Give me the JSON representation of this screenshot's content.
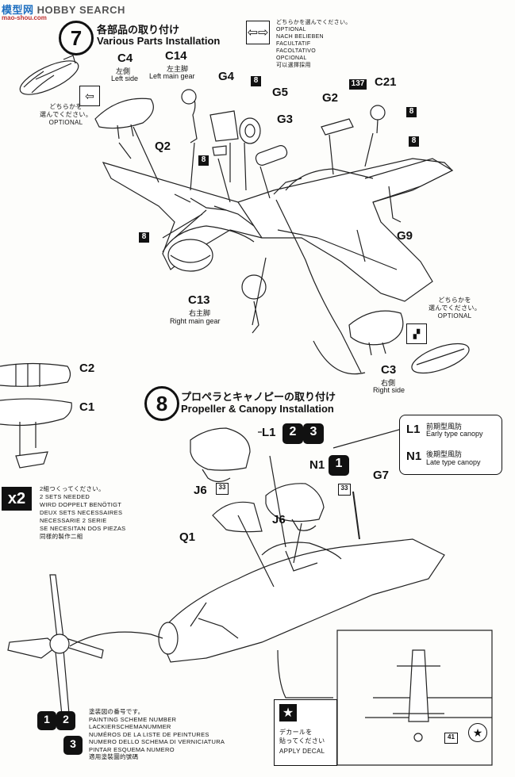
{
  "watermark": {
    "part1": "模型网",
    "part2": "HOBBY SEARCH",
    "site": "mao-shou.com"
  },
  "step7": {
    "number": "7",
    "title_jp": "各部品の取り付け",
    "title_en": "Various Parts Installation",
    "optional_note": [
      "どちらかを選んでください。",
      "OPTIONAL",
      "NACH BELIEBEN",
      "FACULTATIF",
      "FACOLTATIVO",
      "OPCIONAL",
      "可以選擇採用"
    ],
    "parts": {
      "C4": {
        "code": "C4",
        "jp": "左側",
        "en": "Left side"
      },
      "C14": {
        "code": "C14",
        "jp": "左主脚",
        "en": "Left main gear"
      },
      "G4": "G4",
      "G5": "G5",
      "G3": "G3",
      "G2": "G2",
      "C21": "C21",
      "Q2": "Q2",
      "G9": "G9",
      "C13": {
        "code": "C13",
        "jp": "右主脚",
        "en": "Right main gear"
      },
      "C3": {
        "code": "C3",
        "jp": "右側",
        "en": "Right side"
      },
      "C2": "C2",
      "C1": "C1"
    },
    "choose_left": [
      "どちらかを",
      "選んでください。",
      "OPTIONAL"
    ],
    "choose_right": [
      "どちらかを",
      "選んでください。",
      "OPTIONAL"
    ],
    "count8": "8",
    "count137": "137"
  },
  "multiplier": {
    "label": "x2",
    "lines": [
      "2組つくってください。",
      "2 SETS NEEDED",
      "WIRD DOPPELT BENÖTIGT",
      "DEUX SETS NECESSAIRES",
      "NECESSARIE 2 SERIE",
      "SE NECESITAN DOS PIEZAS",
      "同樣的製作二組"
    ]
  },
  "step8": {
    "number": "8",
    "title_jp": "プロペラとキャノピーの取り付け",
    "title_en": "Propeller & Canopy Installation",
    "canopy_options": [
      {
        "code": "L1",
        "jp": "前期型風防",
        "en": "Early type canopy"
      },
      {
        "code": "N1",
        "jp": "後期型風防",
        "en": "Late type canopy"
      }
    ],
    "parts": {
      "L1": "L1",
      "N1": "N1",
      "J6a": "J6",
      "J6b": "J6",
      "G7": "G7",
      "Q1": "Q1",
      "p33a": "33",
      "p33b": "33",
      "p41": "41"
    },
    "scheme_nums": [
      "1",
      "2",
      "1",
      "2",
      "3"
    ]
  },
  "scheme_legend": [
    "塗装図の番号です。",
    "PAINTING SCHEME NUMBER",
    "LACKIERSCHEMANUMMER",
    "NUMÉROS DE LA LISTE DE PEINTURES",
    "NUMERO DELLO SCHEMA DI VERNICIATURA",
    "PINTAR ESQUEMA NUMERO",
    "適用塗裝圖的號碼"
  ],
  "decal": {
    "jp1": "デカールを",
    "jp2": "貼ってください",
    "en": "APPLY DECAL"
  }
}
